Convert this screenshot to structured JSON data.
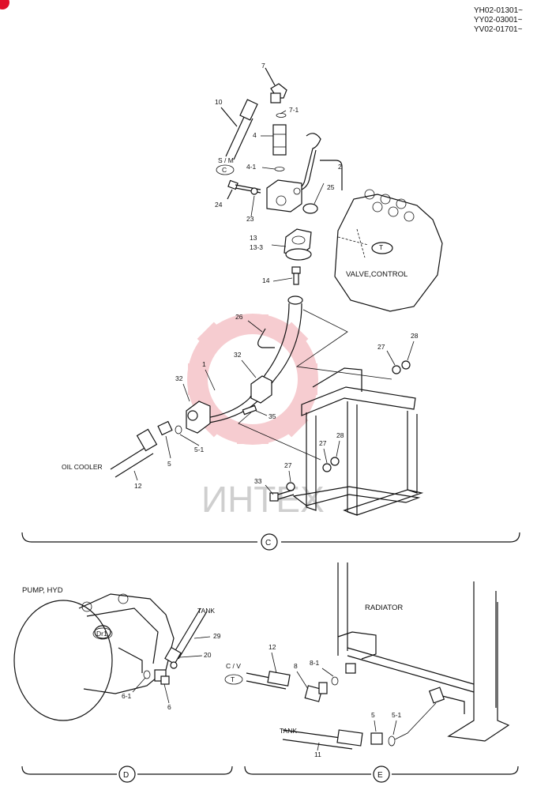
{
  "serials": [
    "YH02-01301~",
    "YY02-03001~",
    "YV02-01701~"
  ],
  "watermark": "ИНТЕХ",
  "section_c": {
    "view_letter": "C",
    "labels": {
      "valve_control": "VALVE,CONTROL",
      "oil_cooler": "OIL COOLER",
      "sm": "S / M",
      "c_circle": "C",
      "t_circle": "T"
    },
    "parts": [
      "7",
      "7-1",
      "10",
      "4",
      "4-1",
      "2",
      "24",
      "23",
      "25",
      "13",
      "13-3",
      "14",
      "26",
      "27",
      "28",
      "1",
      "32",
      "32",
      "35",
      "5",
      "5-1",
      "12",
      "28",
      "27",
      "33",
      "27"
    ]
  },
  "section_d": {
    "view_letter": "D",
    "labels": {
      "pump": "PUMP, HYD",
      "tank": "TANK",
      "dr1": "Dr1"
    },
    "parts": [
      "29",
      "20",
      "6-1",
      "6"
    ]
  },
  "section_e": {
    "view_letter": "E",
    "labels": {
      "radiator": "RADIATOR",
      "cv": "C / V",
      "t_circle": "T",
      "tank": "TANK"
    },
    "parts": [
      "12",
      "8",
      "8-1",
      "5",
      "5-1",
      "11"
    ]
  }
}
